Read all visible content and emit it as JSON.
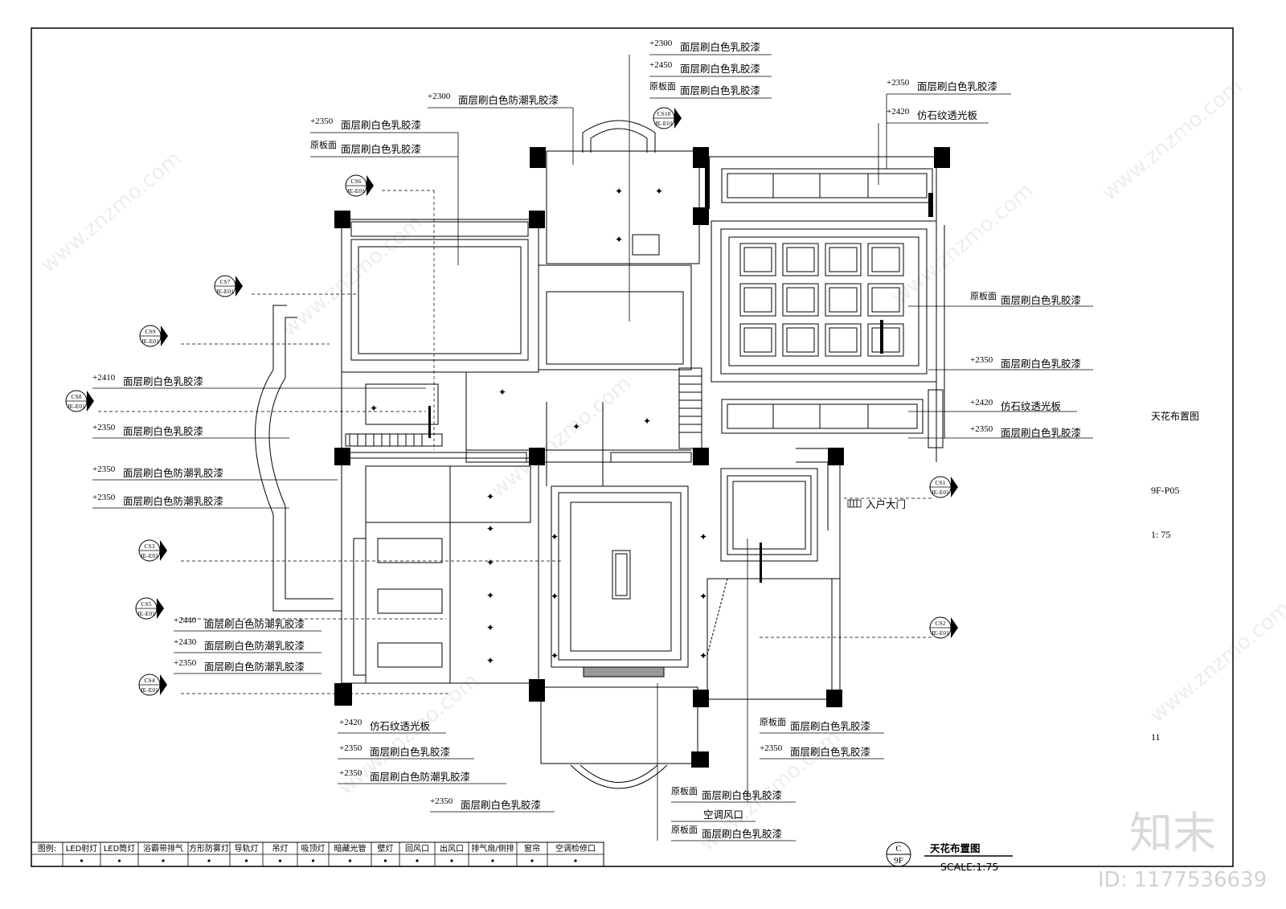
{
  "title": {
    "name": "天花布置图",
    "scale": "SCALE:1:75",
    "index_top": "C",
    "index_bottom": "9F"
  },
  "side_block": {
    "drawing_name": "天花布置图",
    "sheet_no": "9F-P05",
    "ratio": "1: 75",
    "page": "11"
  },
  "entrance": "入户大门",
  "watermark": {
    "brand": "知末",
    "id": "ID: 1177536639",
    "site": "www.znzmo.com"
  },
  "section_tags": [
    {
      "top": "CS10",
      "bottom": "IE-E01"
    },
    {
      "top": "CS6",
      "bottom": "IE-E01"
    },
    {
      "top": "CS7",
      "bottom": "IE-E01"
    },
    {
      "top": "CS9",
      "bottom": "IE-E01"
    },
    {
      "top": "CS8",
      "bottom": "IE-E01"
    },
    {
      "top": "CS3",
      "bottom": "IE-E01"
    },
    {
      "top": "CS5",
      "bottom": "IE-E01"
    },
    {
      "top": "CS4",
      "bottom": "IE-E01"
    },
    {
      "top": "CS1",
      "bottom": "IE-E01"
    },
    {
      "top": "CS2",
      "bottom": "IE-E01"
    }
  ],
  "annotations": [
    {
      "elev": "+2300",
      "text": "面层刷白色乳胶漆"
    },
    {
      "elev": "+2450",
      "text": "面层刷白色乳胶漆"
    },
    {
      "elev": "原板面",
      "text": "面层刷白色乳胶漆"
    },
    {
      "elev": "+2300",
      "text": "面层刷白色防潮乳胶漆"
    },
    {
      "elev": "+2350",
      "text": "面层刷白色乳胶漆"
    },
    {
      "elev": "原板面",
      "text": "面层刷白色乳胶漆"
    },
    {
      "elev": "+2350",
      "text": "面层刷白色乳胶漆"
    },
    {
      "elev": "+2420",
      "text": "仿石纹透光板"
    },
    {
      "elev": "原板面",
      "text": "面层刷白色乳胶漆"
    },
    {
      "elev": "+2350",
      "text": "面层刷白色乳胶漆"
    },
    {
      "elev": "+2420",
      "text": "仿石纹透光板"
    },
    {
      "elev": "+2350",
      "text": "面层刷白色乳胶漆"
    },
    {
      "elev": "+2410",
      "text": "面层刷白色乳胶漆"
    },
    {
      "elev": "+2350",
      "text": "面层刷白色乳胶漆"
    },
    {
      "elev": "+2350",
      "text": "面层刷白色防潮乳胶漆"
    },
    {
      "elev": "+2350",
      "text": "面层刷白色防潮乳胶漆"
    },
    {
      "elev": "+2440",
      "text": "面层刷白色防潮乳胶漆"
    },
    {
      "elev": "+2430",
      "text": "面层刷白色防潮乳胶漆"
    },
    {
      "elev": "+2350",
      "text": "面层刷白色防潮乳胶漆"
    },
    {
      "elev": "+2420",
      "text": "仿石纹透光板"
    },
    {
      "elev": "+2350",
      "text": "面层刷白色乳胶漆"
    },
    {
      "elev": "+2350",
      "text": "面层刷白色防潮乳胶漆"
    },
    {
      "elev": "+2350",
      "text": "面层刷白色乳胶漆"
    },
    {
      "elev": "原板面",
      "text": "面层刷白色乳胶漆"
    },
    {
      "elev": "+2350",
      "text": "面层刷白色乳胶漆"
    },
    {
      "elev": "原板面",
      "text": "面层刷白色乳胶漆"
    },
    {
      "elev": "",
      "text": "空调风口"
    },
    {
      "elev": "原板面",
      "text": "面层刷白色乳胶漆"
    }
  ],
  "legend": {
    "title": "图例:",
    "items": [
      "LED射灯",
      "LED筒灯",
      "浴霸带排气",
      "方形防雾灯",
      "导轨灯",
      "吊灯",
      "吸顶灯",
      "暗藏光管",
      "壁灯",
      "回风口",
      "出风口",
      "排气扇/侧排",
      "窗帘",
      "空调检修口"
    ]
  }
}
